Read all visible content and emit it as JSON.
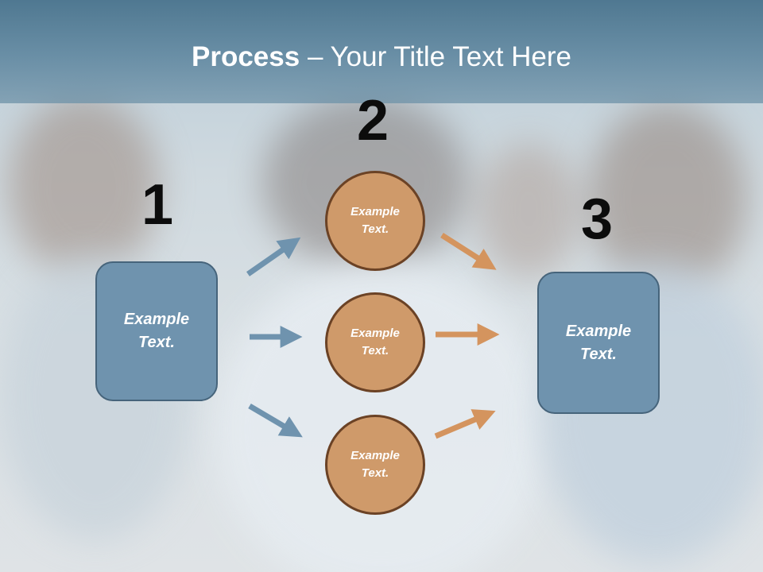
{
  "slide": {
    "title_strong": "Process",
    "title_rest": " – Your Title Text Here"
  },
  "steps": {
    "step1_number": "1",
    "step2_number": "2",
    "step3_number": "3"
  },
  "left_box": {
    "text": "Example\nText."
  },
  "right_box": {
    "text": "Example\nText."
  },
  "circles": [
    {
      "text": "Example\nText."
    },
    {
      "text": "Example\nText."
    },
    {
      "text": "Example\nText."
    }
  ],
  "colors": {
    "title_bar": "#5a8299",
    "box_fill": "#6f93ae",
    "circle_fill": "#cf9a6a",
    "blue_arrow": "#6f93ae",
    "orange_arrow": "#d4945e"
  }
}
